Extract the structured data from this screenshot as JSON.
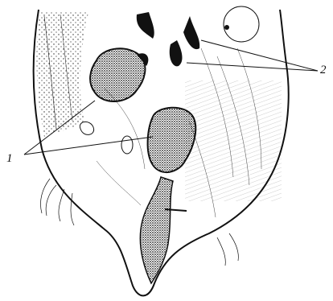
{
  "figure": {
    "labels": [
      {
        "id": "1",
        "text": "1"
      },
      {
        "id": "2",
        "text": "2"
      }
    ],
    "colors": {
      "ink": "#111111",
      "paper": "#ffffff"
    }
  }
}
